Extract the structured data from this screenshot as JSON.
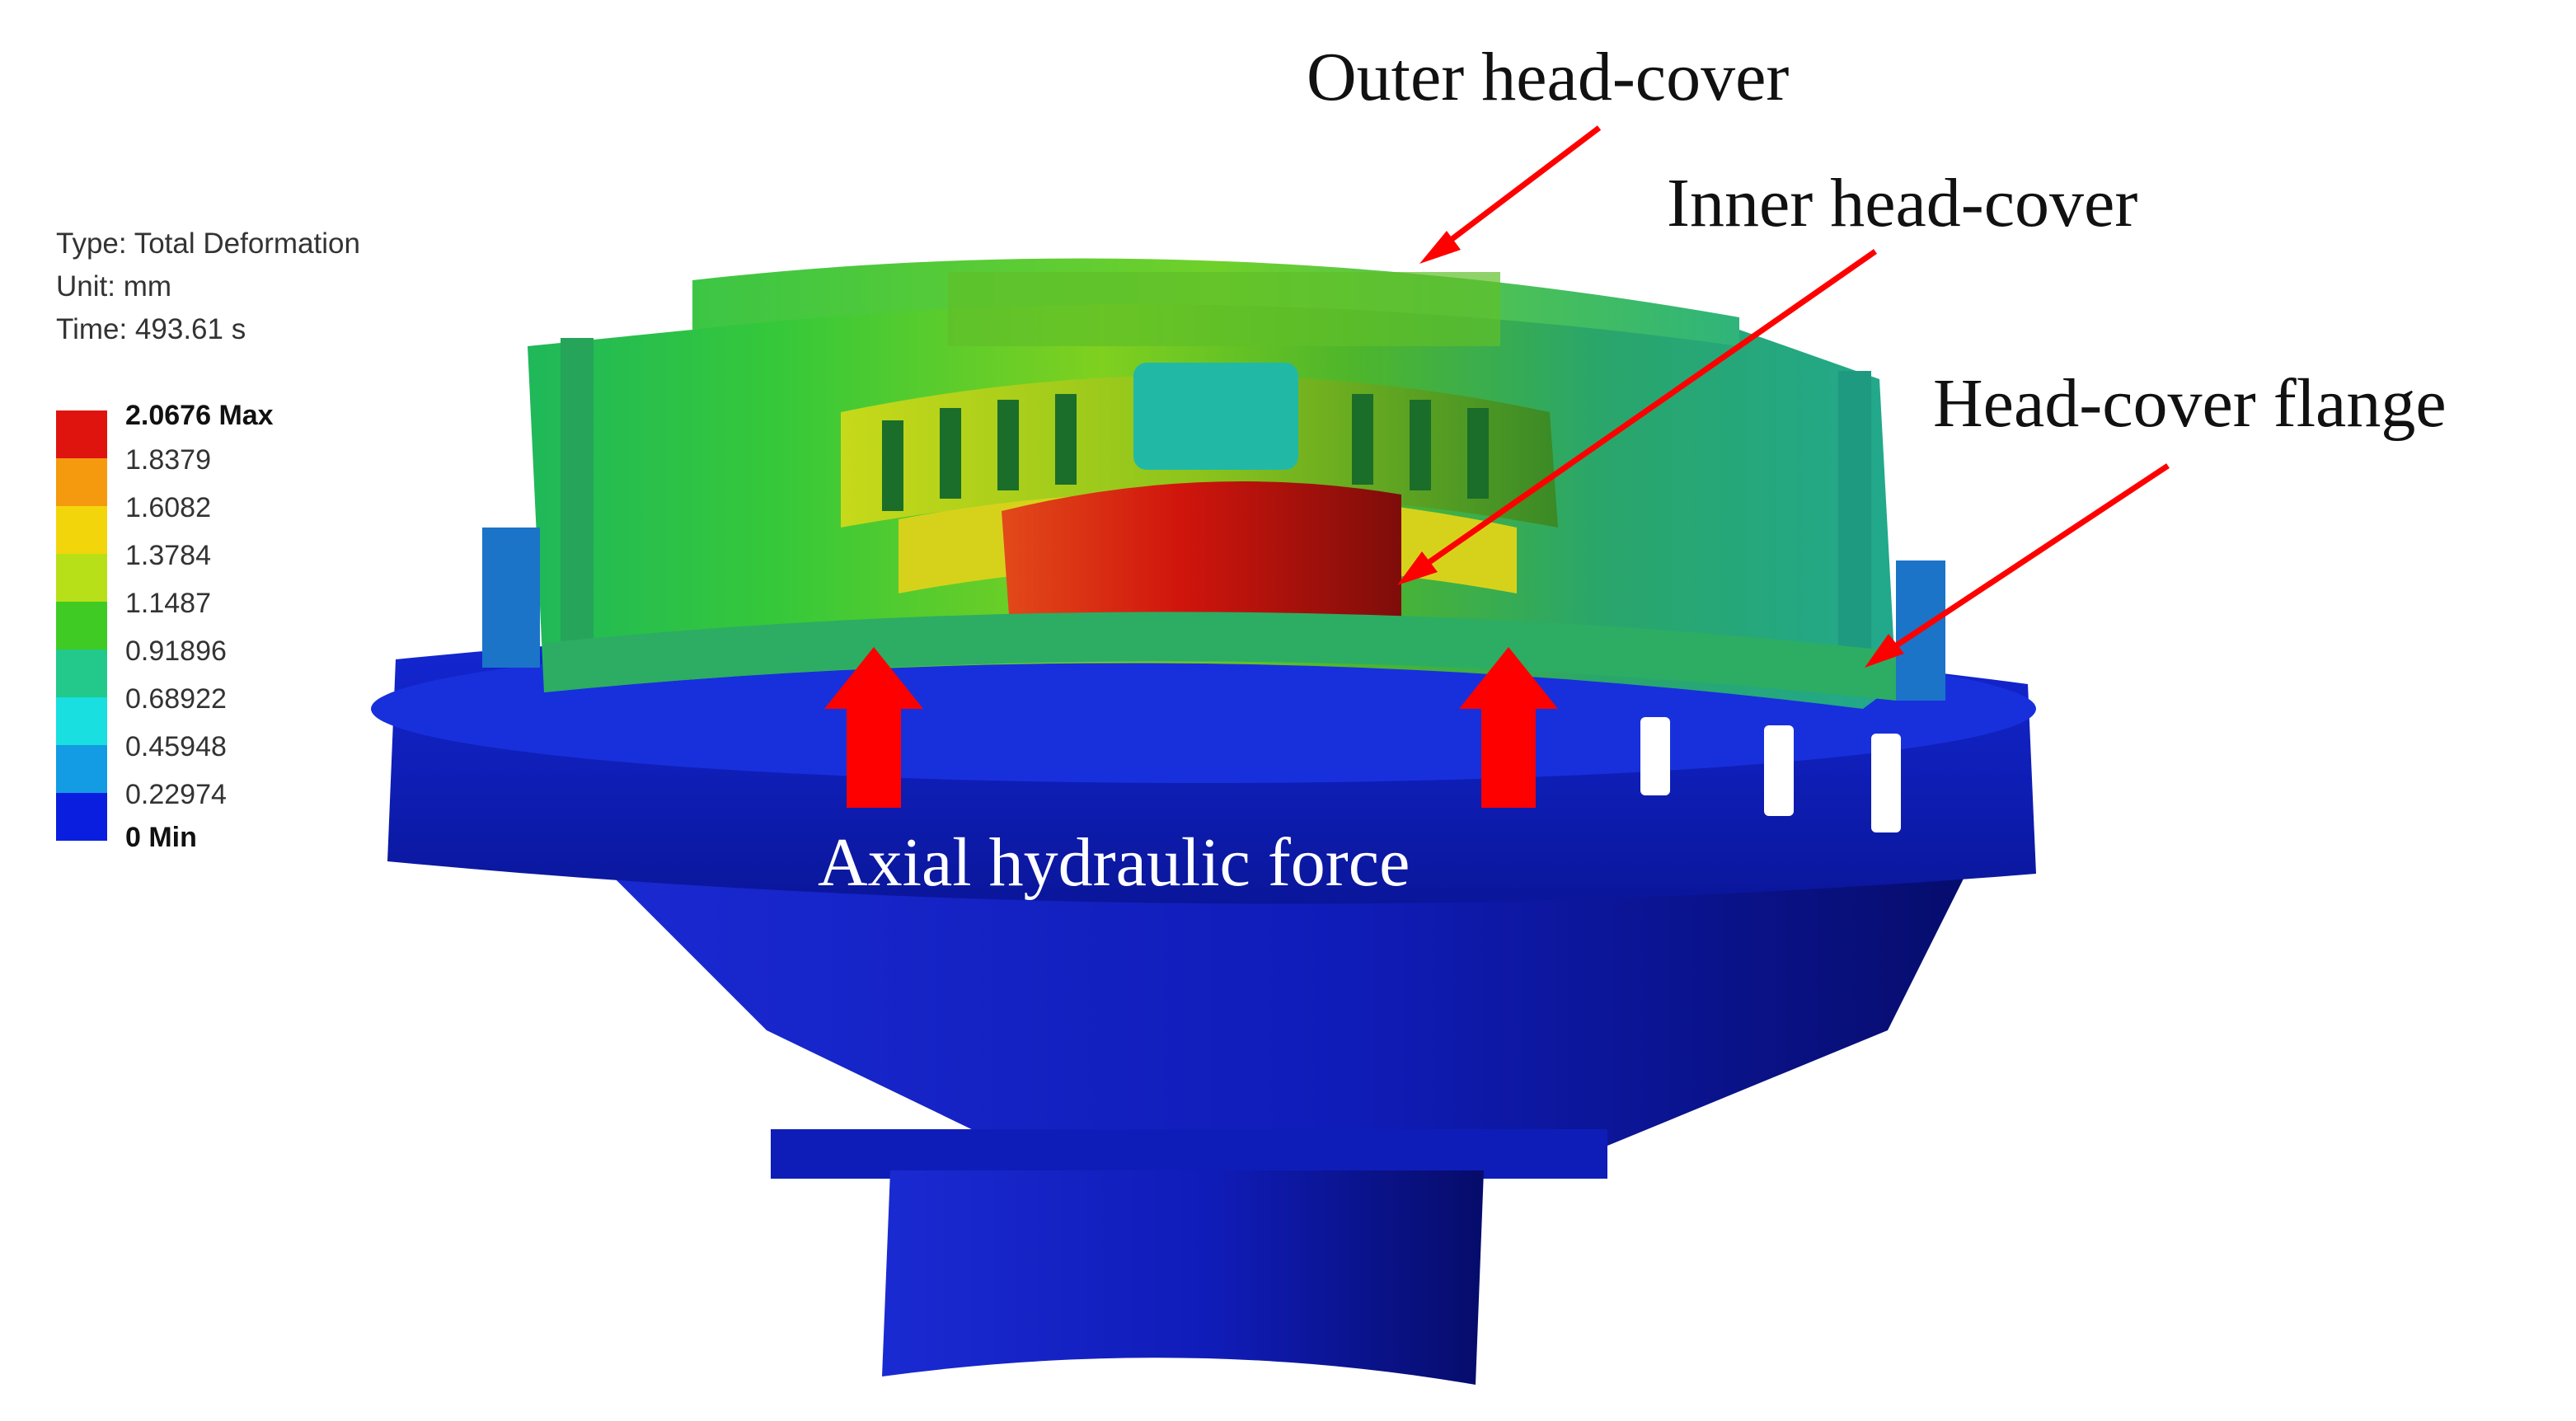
{
  "legend": {
    "type_line": "Type: Total Deformation",
    "unit_line": "Unit: mm",
    "time_line": "Time: 493.61 s",
    "ticks": [
      "2.0676 Max",
      "1.8379",
      "1.6082",
      "1.3784",
      "1.1487",
      "0.91896",
      "0.68922",
      "0.45948",
      "0.22974",
      "0 Min"
    ],
    "band_colors": [
      "#e0140f",
      "#f59a0e",
      "#f3d50b",
      "#b8e018",
      "#3fcb23",
      "#22c98a",
      "#19dfe0",
      "#139be3",
      "#0a1ee0"
    ]
  },
  "labels": {
    "outer": "Outer head-cover",
    "inner": "Inner head-cover",
    "flange": "Head-cover flange",
    "force": "Axial hydraulic force"
  },
  "colors": {
    "arrow": "#ff0000",
    "text": "#111111",
    "force_text": "#ffffff"
  }
}
